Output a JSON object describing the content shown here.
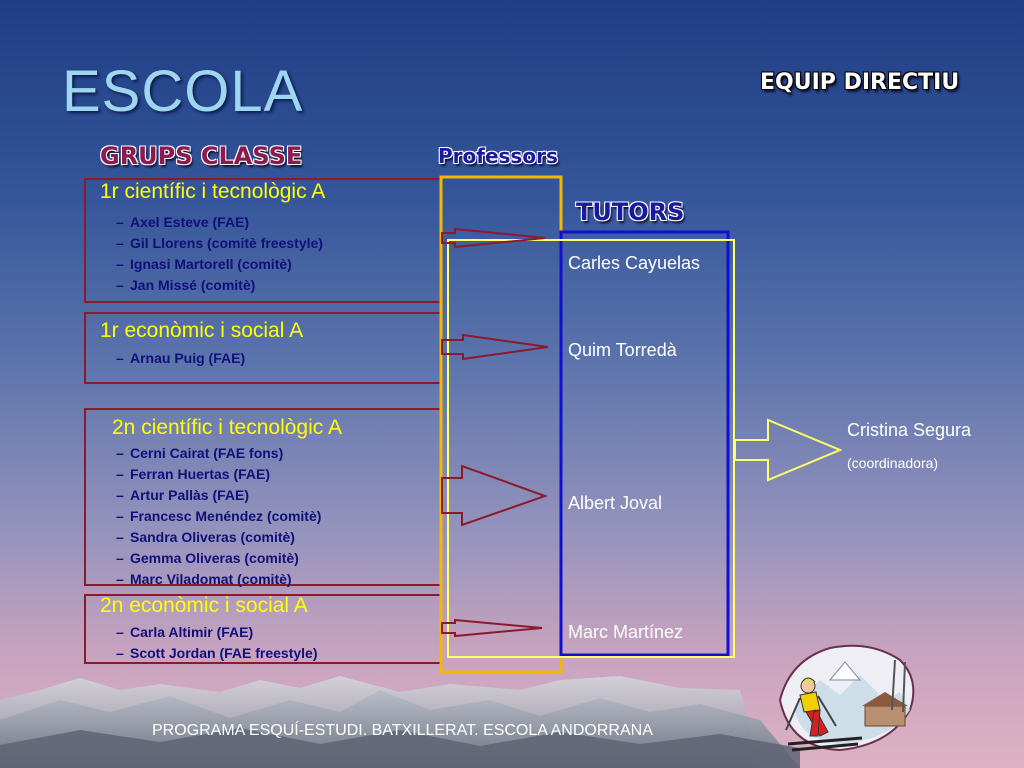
{
  "slide": {
    "title": "ESCOLA",
    "equip_directiu": "EQUIP DIRECTIU",
    "grups_classe": "GRUPS CLASSE",
    "professors": "Professors",
    "tutors_label": "TUTORS",
    "footer": "PROGRAMA ESQUÍ-ESTUDI. BATXILLERAT. ESCOLA ANDORRANA"
  },
  "groups": [
    {
      "name": "1r científic i tecnològic A",
      "members": [
        "Axel Esteve (FAE)",
        "Gil Llorens (comitè freestyle)",
        "Ignasi Martorell (comitè)",
        "Jan Missé (comitè)"
      ]
    },
    {
      "name": "1r econòmic i social A",
      "members": [
        "Arnau Puig (FAE)"
      ]
    },
    {
      "name": "2n científic i tecnològic A",
      "members": [
        "Cerni Cairat (FAE fons)",
        "Ferran Huertas (FAE)",
        "Artur Pallàs (FAE)",
        "Francesc Menéndez (comitè)",
        "Sandra Oliveras (comitè)",
        "Gemma Oliveras (comitè)",
        "Marc Viladomat (comitè)"
      ]
    },
    {
      "name": "2n econòmic i social A",
      "members": [
        "Carla Altimir (FAE)",
        "Scott Jordan (FAE freestyle)"
      ]
    }
  ],
  "tutors": [
    "Carles Cayuelas",
    "Quim Torredà",
    "Albert Joval",
    "Marc Martínez"
  ],
  "coordinator": {
    "name": "Cristina Segura",
    "role": "(coordinadora)"
  },
  "dash": "–",
  "colors": {
    "group_heading": "#ffff00",
    "member_text": "#10107a",
    "group_border": "#8b1a2a",
    "professors_border": "#f5b800",
    "tutors_border": "#1010d0",
    "arrow_outline": "#ffff66"
  },
  "icons": {
    "skier": "skier-clipart-icon"
  }
}
